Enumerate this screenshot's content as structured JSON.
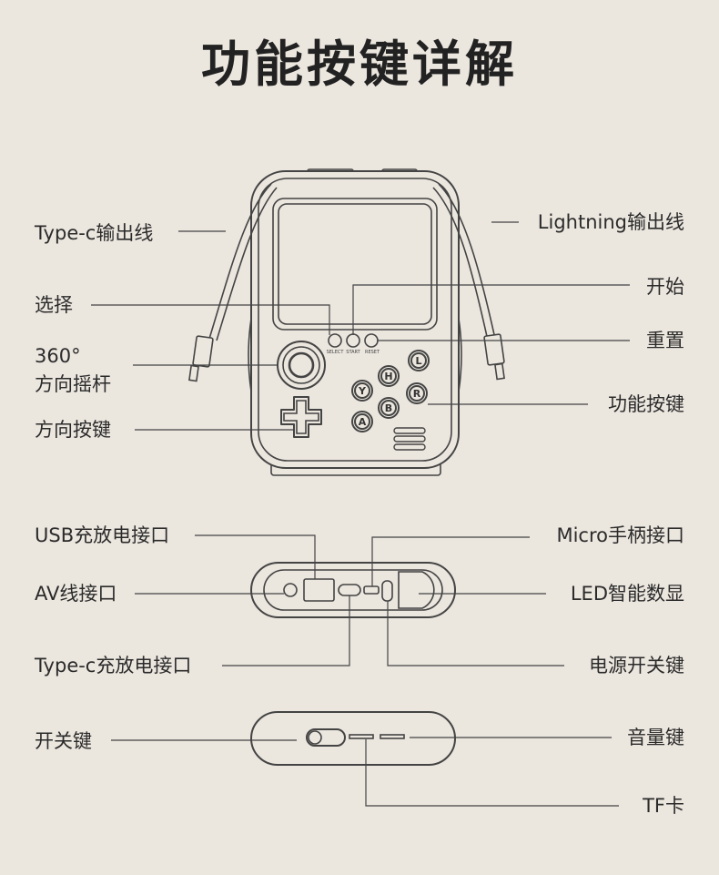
{
  "title": "功能按键详解",
  "colors": {
    "background": "#ebe6de",
    "line": "#444444",
    "text": "#2b2b2b"
  },
  "device_labels": {
    "select": "SELECT",
    "start": "START",
    "reset": "RESET",
    "btn_l": "L",
    "btn_h": "H",
    "btn_y": "Y",
    "btn_r": "R",
    "btn_b": "B",
    "btn_a": "A"
  },
  "callouts": {
    "typec_cable": "Type-c输出线",
    "lightning_cable": "Lightning输出线",
    "select": "选择",
    "start": "开始",
    "reset": "重置",
    "joystick_line1": "360°",
    "joystick_line2": "方向摇杆",
    "function_keys": "功能按键",
    "dpad": "方向按键",
    "usb_port": "USB充放电接口",
    "micro_port": "Micro手柄接口",
    "av_port": "AV线接口",
    "led_display": "LED智能数显",
    "typec_port": "Type-c充放电接口",
    "power_switch": "电源开关键",
    "on_off": "开关键",
    "volume": "音量键",
    "tf_card": "TF卡"
  }
}
